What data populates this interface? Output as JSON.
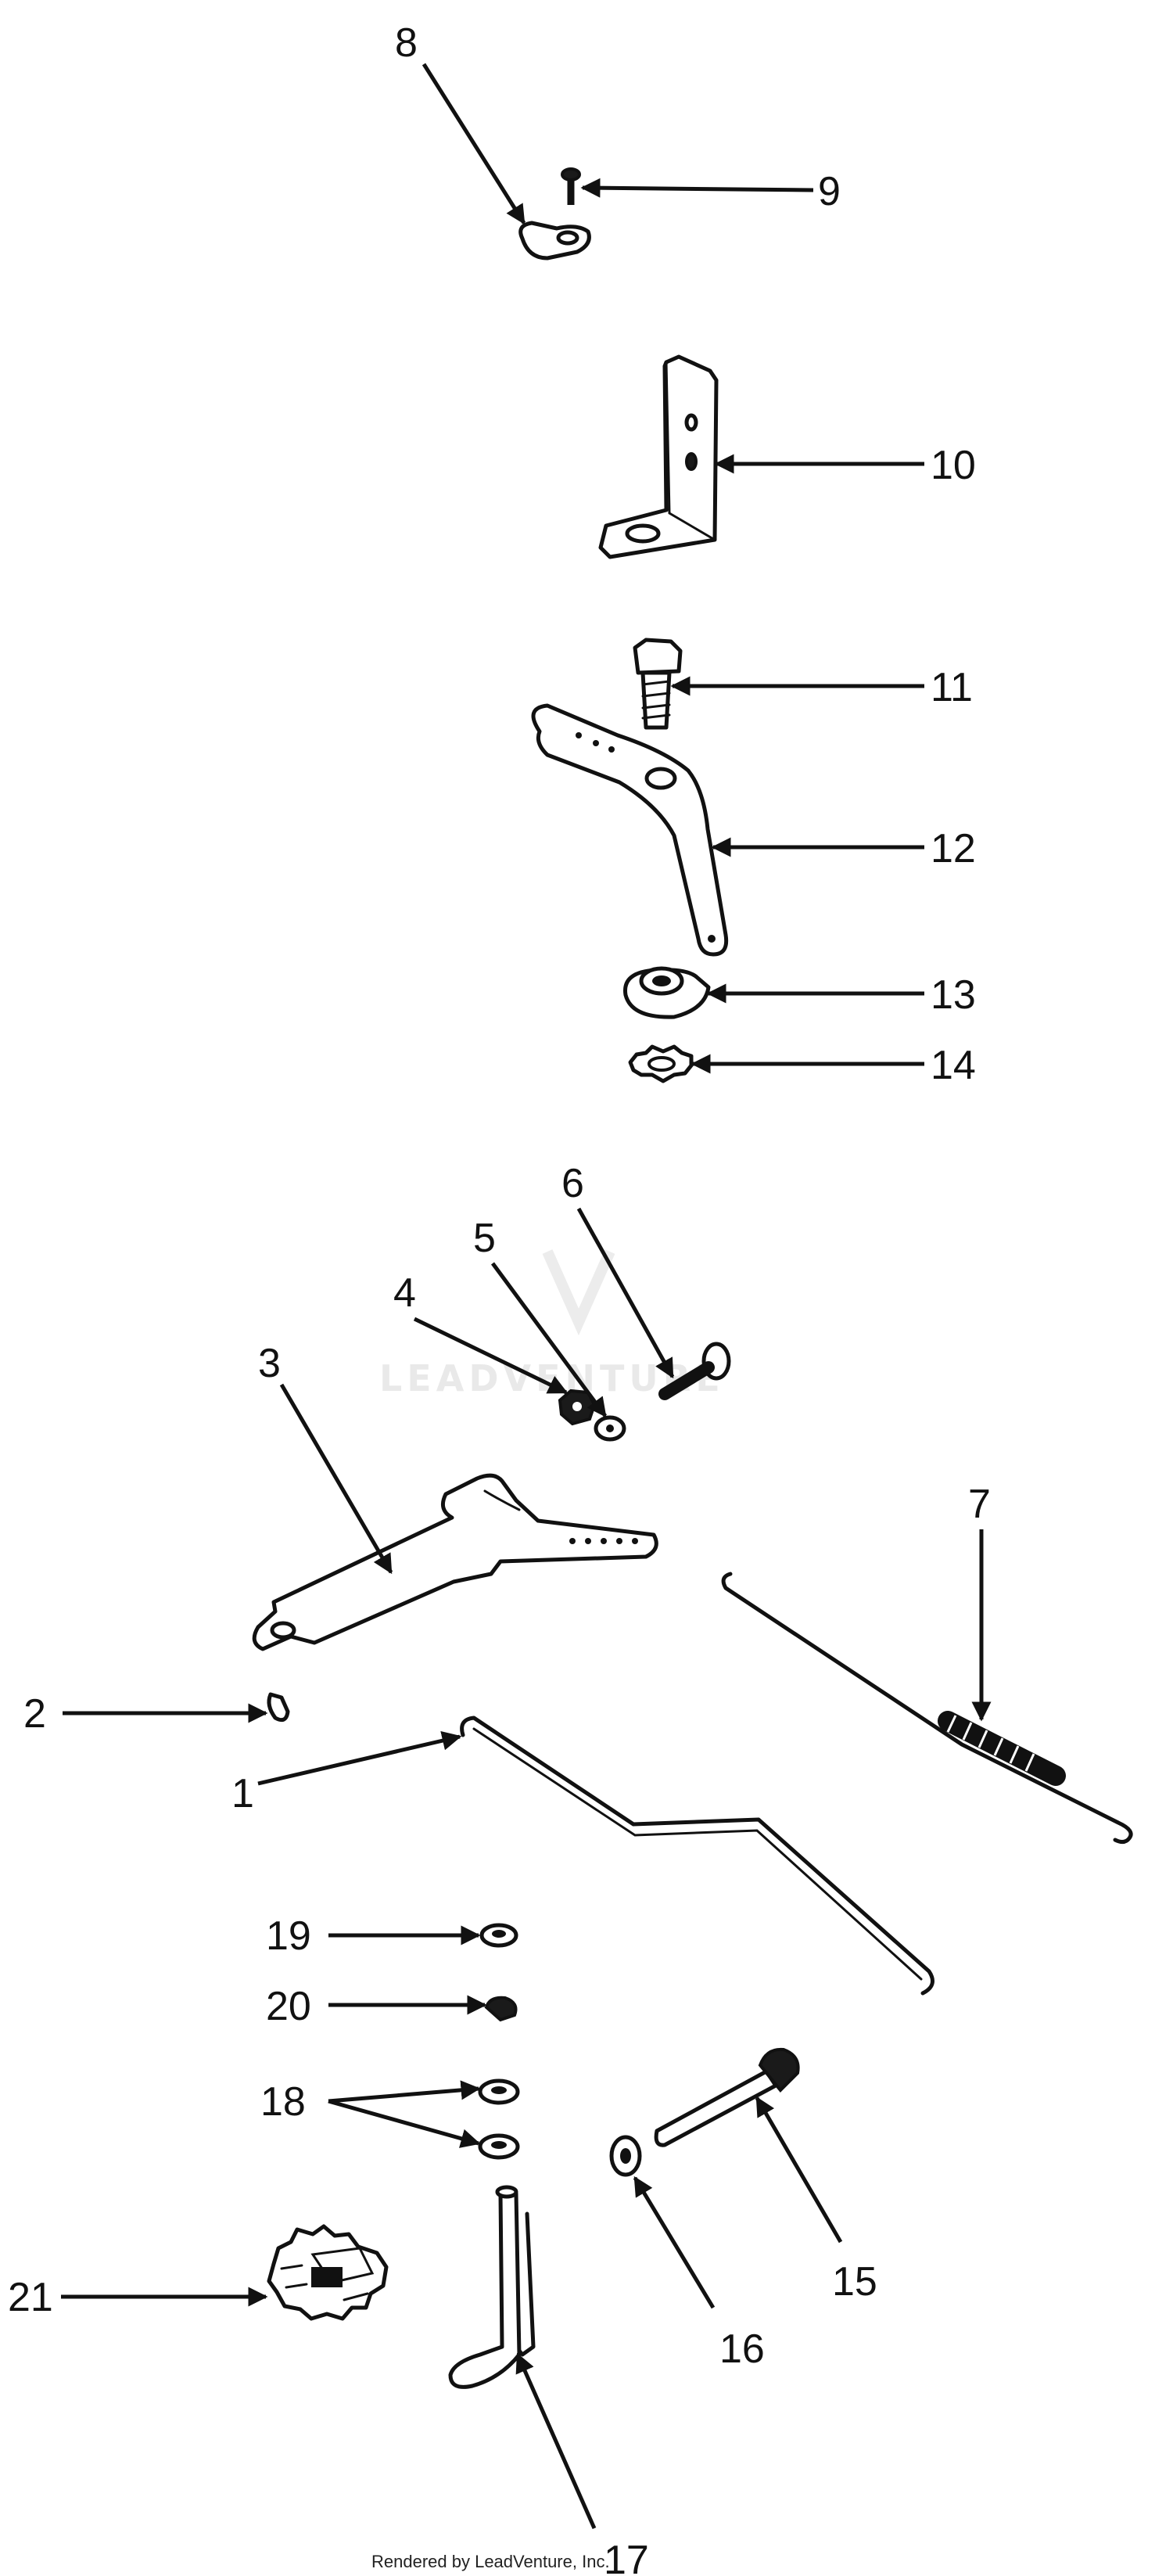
{
  "labels": {
    "l1": "1",
    "l2": "2",
    "l3": "3",
    "l4": "4",
    "l5": "5",
    "l6": "6",
    "l7": "7",
    "l8": "8",
    "l9": "9",
    "l10": "10",
    "l11": "11",
    "l12": "12",
    "l13": "13",
    "l14": "14",
    "l15": "15",
    "l16": "16",
    "l17": "17",
    "l18": "18",
    "l19": "19",
    "l20": "20",
    "l21": "21"
  },
  "watermark": "LEADVENTURE",
  "footer": "Rendered by LeadVenture, Inc."
}
